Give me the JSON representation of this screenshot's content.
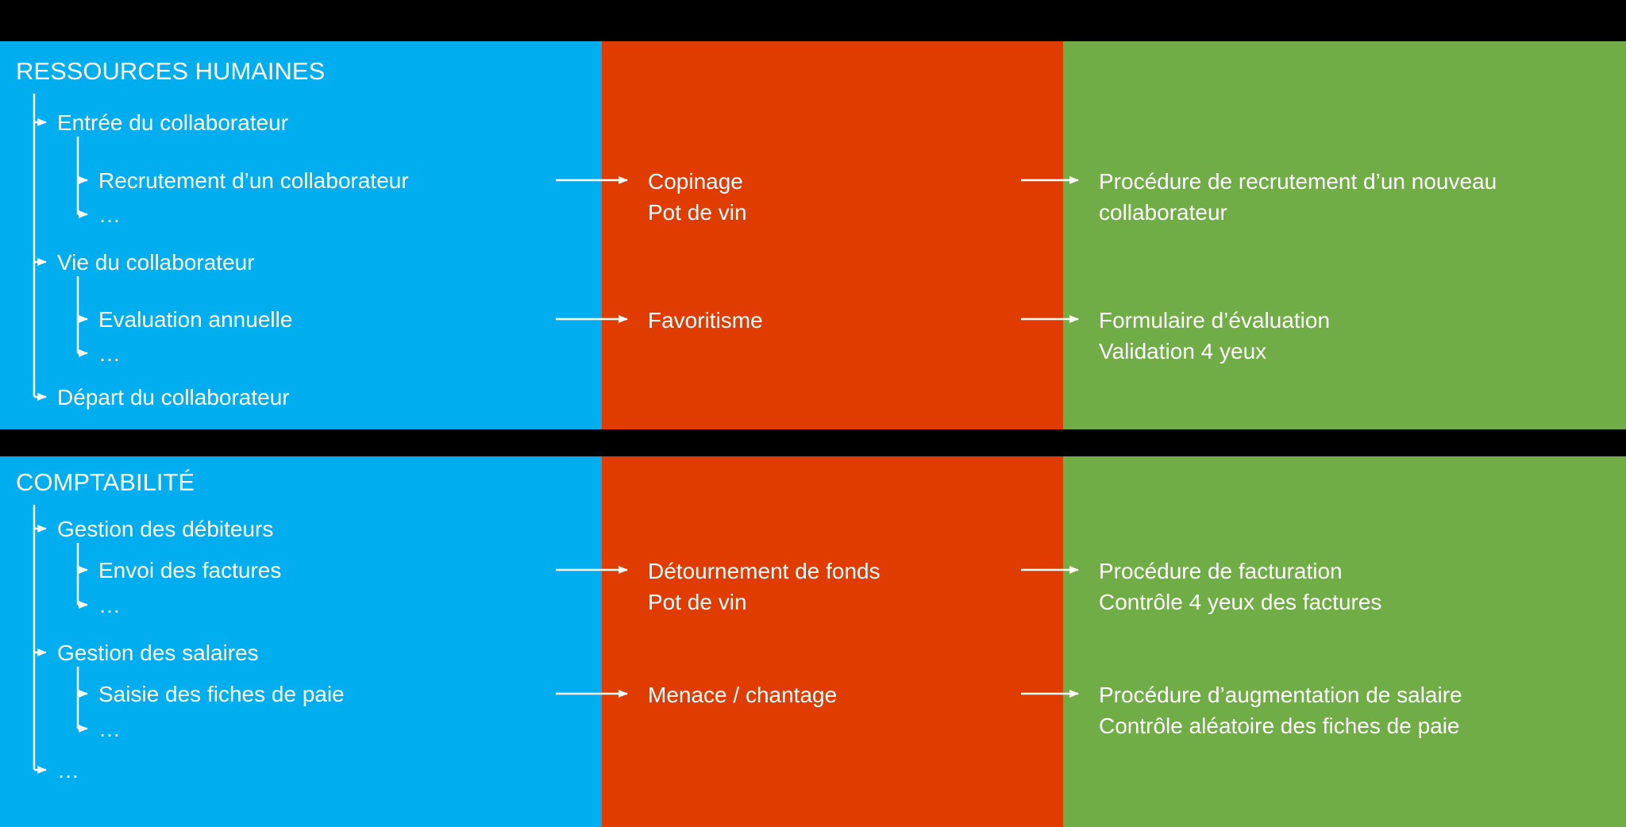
{
  "colors": {
    "blue": "#00AEEF",
    "red": "#E03C00",
    "green": "#70AD47",
    "line": "#FFFFFF"
  },
  "sections": [
    {
      "title": "RESSOURCES HUMAINES",
      "tree": [
        {
          "label": "Entrée du collaborateur",
          "children": [
            "Recrutement d’un collaborateur",
            "…"
          ]
        },
        {
          "label": "Vie du collaborateur",
          "children": [
            "Evaluation annuelle",
            "…"
          ]
        },
        {
          "label": "Départ du collaborateur",
          "children": []
        }
      ],
      "risks": [
        {
          "lines": [
            "Copinage",
            "Pot de vin"
          ]
        },
        {
          "lines": [
            "Favoritisme"
          ]
        }
      ],
      "controls": [
        {
          "lines": [
            "Procédure de recrutement d’un nouveau",
            "collaborateur"
          ]
        },
        {
          "lines": [
            "Formulaire d’évaluation",
            "Validation 4 yeux"
          ]
        }
      ]
    },
    {
      "title": "COMPTABILITÉ",
      "tree": [
        {
          "label": "Gestion des débiteurs",
          "children": [
            "Envoi des factures",
            "…"
          ]
        },
        {
          "label": "Gestion des salaires",
          "children": [
            "Saisie des fiches de paie",
            "…"
          ]
        },
        {
          "label": "…",
          "children": []
        }
      ],
      "risks": [
        {
          "lines": [
            "Détournement de fonds",
            "Pot de vin"
          ]
        },
        {
          "lines": [
            "Menace / chantage"
          ]
        }
      ],
      "controls": [
        {
          "lines": [
            "Procédure de facturation",
            "Contrôle 4 yeux des factures"
          ]
        },
        {
          "lines": [
            "Procédure d’augmentation de salaire",
            "Contrôle aléatoire des fiches de paie"
          ]
        }
      ]
    }
  ]
}
